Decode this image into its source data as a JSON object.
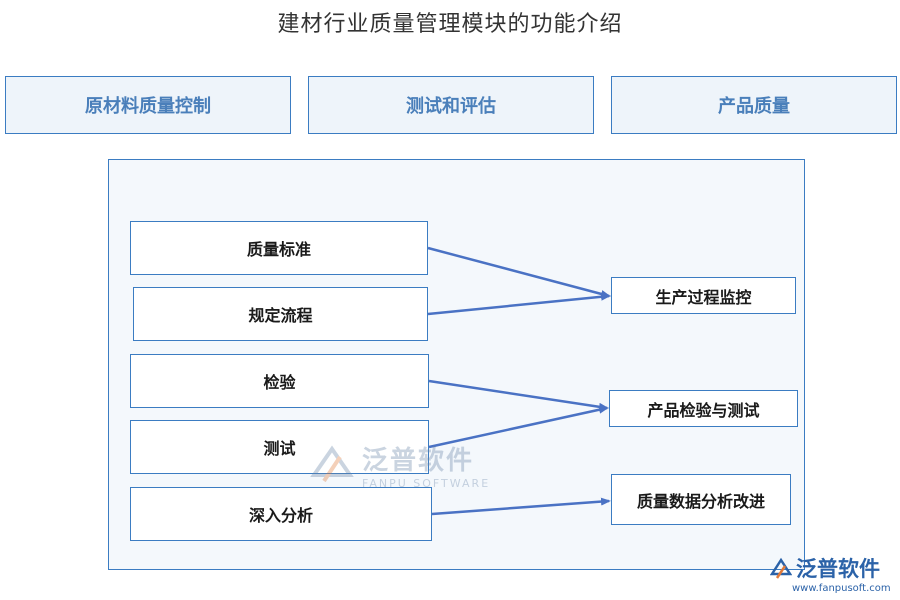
{
  "title": "建材行业质量管理模块的功能介绍",
  "top_boxes": [
    "原材料质量控制",
    "测试和评估",
    "产品质量"
  ],
  "left_nodes": [
    "质量标准",
    "规定流程",
    "检验",
    "测试",
    "深入分析"
  ],
  "right_nodes": [
    "生产过程监控",
    "产品检验与测试",
    "质量数据分析改进"
  ],
  "watermark": {
    "text": "泛普软件",
    "sub": "FANPU SOFTWARE"
  },
  "brand": {
    "name": "泛普软件",
    "url": "www.fanpusoft.com"
  },
  "colors": {
    "border": "#3b7cc2",
    "arrow": "#4a72c4",
    "top_text": "#4a7fba"
  }
}
